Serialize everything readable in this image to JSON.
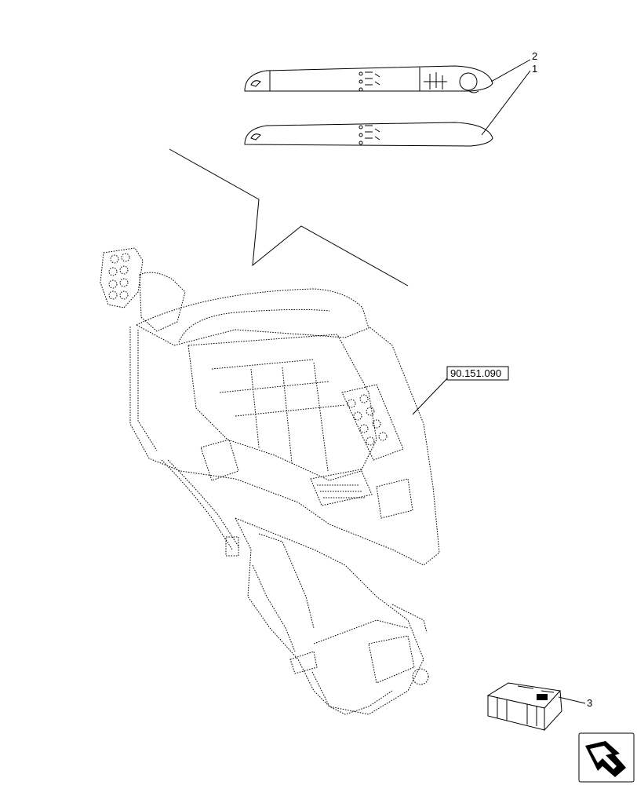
{
  "callouts": {
    "item_1": "1",
    "item_2": "2",
    "item_3": "3"
  },
  "reference": "90.151.090"
}
